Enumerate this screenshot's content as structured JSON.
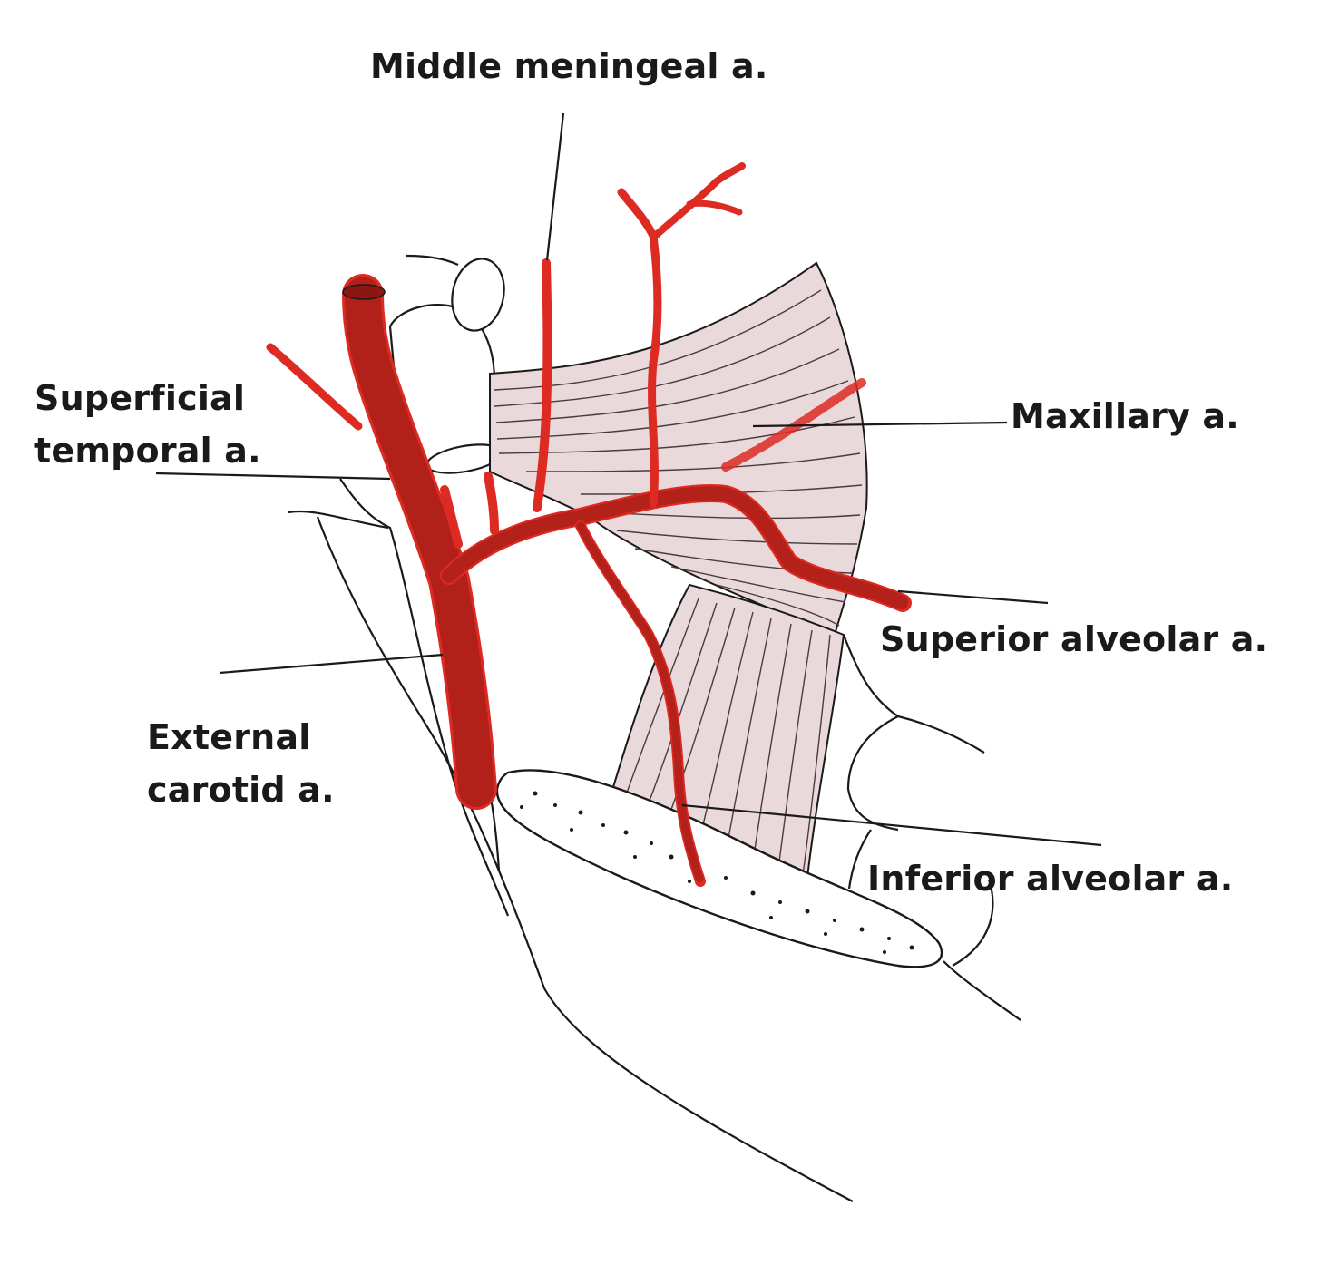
{
  "labels": {
    "middle_meningeal": "Middle meningeal a.",
    "superficial_temporal_line1": "Superficial",
    "superficial_temporal_line2": "temporal a.",
    "maxillary": "Maxillary a.",
    "superior_alveolar": "Superior alveolar a.",
    "external_carotid_line1": "External",
    "external_carotid_line2": "carotid a.",
    "inferior_alveolar": "Inferior alveolar a."
  },
  "colors": {
    "artery": "#dd2a22",
    "artery_dark": "#8c1712",
    "muscle": "#ead9da",
    "outline": "#1a1a1a",
    "background": "#ffffff"
  }
}
